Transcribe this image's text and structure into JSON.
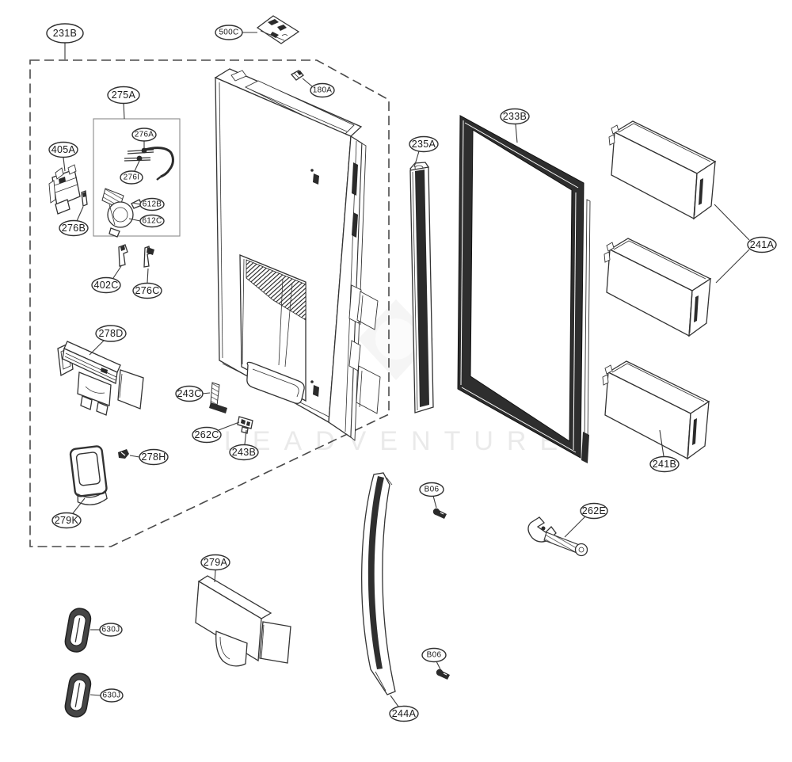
{
  "diagram": {
    "watermark": "LEADVENTURE",
    "colors": {
      "line": "#333333",
      "dark_fill": "#2b2b2b",
      "watermark": "#d9d9d9",
      "background": "#ffffff"
    },
    "labels": [
      {
        "text": "231B"
      },
      {
        "text": "500C"
      },
      {
        "text": "180A"
      },
      {
        "text": "275A"
      },
      {
        "text": "276A"
      },
      {
        "text": "276I"
      },
      {
        "text": "612B"
      },
      {
        "text": "612C"
      },
      {
        "text": "405A"
      },
      {
        "text": "276B"
      },
      {
        "text": "402C"
      },
      {
        "text": "276C"
      },
      {
        "text": "278D"
      },
      {
        "text": "243C"
      },
      {
        "text": "262C"
      },
      {
        "text": "243B"
      },
      {
        "text": "278H"
      },
      {
        "text": "279K"
      },
      {
        "text": "279A"
      },
      {
        "text": "630J"
      },
      {
        "text": "630J"
      },
      {
        "text": "235A"
      },
      {
        "text": "233B"
      },
      {
        "text": "241A"
      },
      {
        "text": "241B"
      },
      {
        "text": "B06"
      },
      {
        "text": "262E"
      },
      {
        "text": "B06"
      },
      {
        "text": "244A"
      }
    ]
  }
}
